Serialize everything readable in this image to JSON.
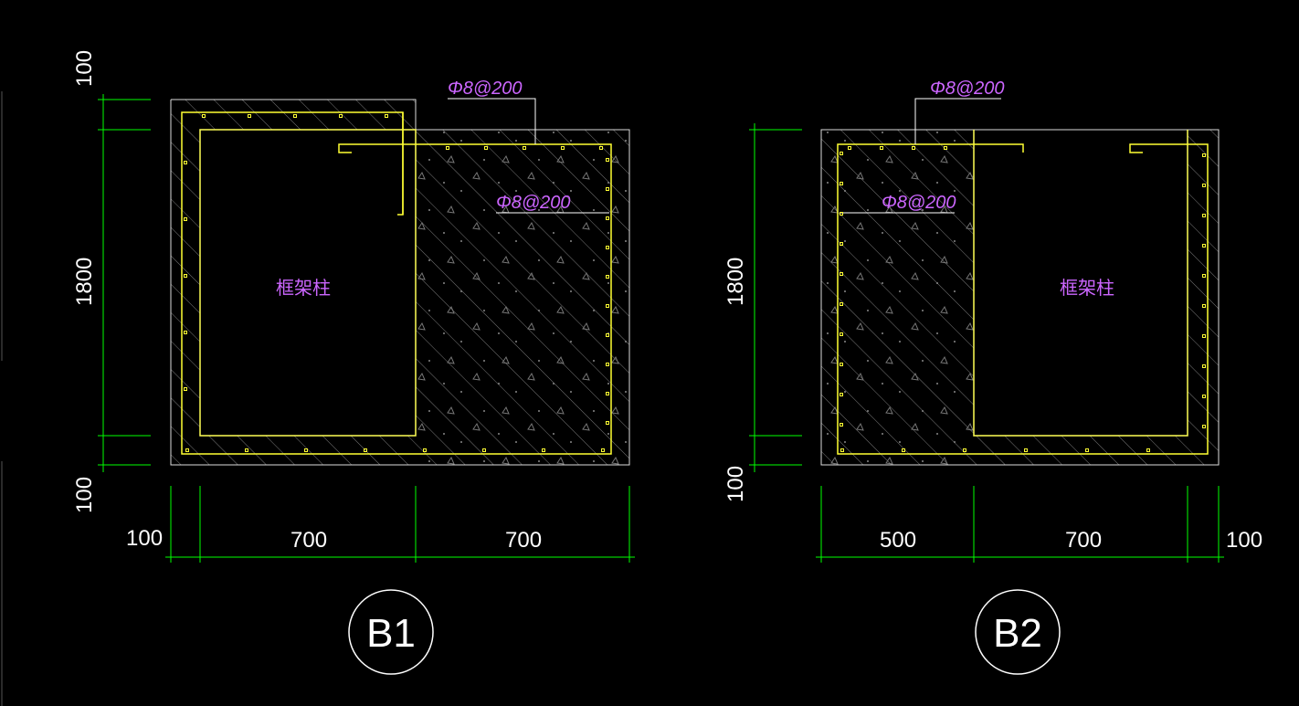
{
  "colors": {
    "background": "#000000",
    "dimension": "#00ff00",
    "outline": "#ffffff",
    "rebar": "#ffff33",
    "text_magenta": "#cc66ff",
    "hatch": "#888888",
    "column": "#ffff55"
  },
  "drawing_b1": {
    "label": "B1",
    "column_label": "框架柱",
    "rebar_top": "Φ8@200",
    "rebar_inner": "Φ8@200",
    "dim_left_top": "100",
    "dim_left_main": "1800",
    "dim_left_bottom": "100",
    "dim_bottom_1": "100",
    "dim_bottom_2": "700",
    "dim_bottom_3": "700"
  },
  "drawing_b2": {
    "label": "B2",
    "column_label": "框架柱",
    "rebar_top": "Φ8@200",
    "rebar_inner": "Φ8@200",
    "dim_left_main": "1800",
    "dim_left_bottom": "100",
    "dim_bottom_1": "500",
    "dim_bottom_2": "700",
    "dim_bottom_3": "100"
  }
}
